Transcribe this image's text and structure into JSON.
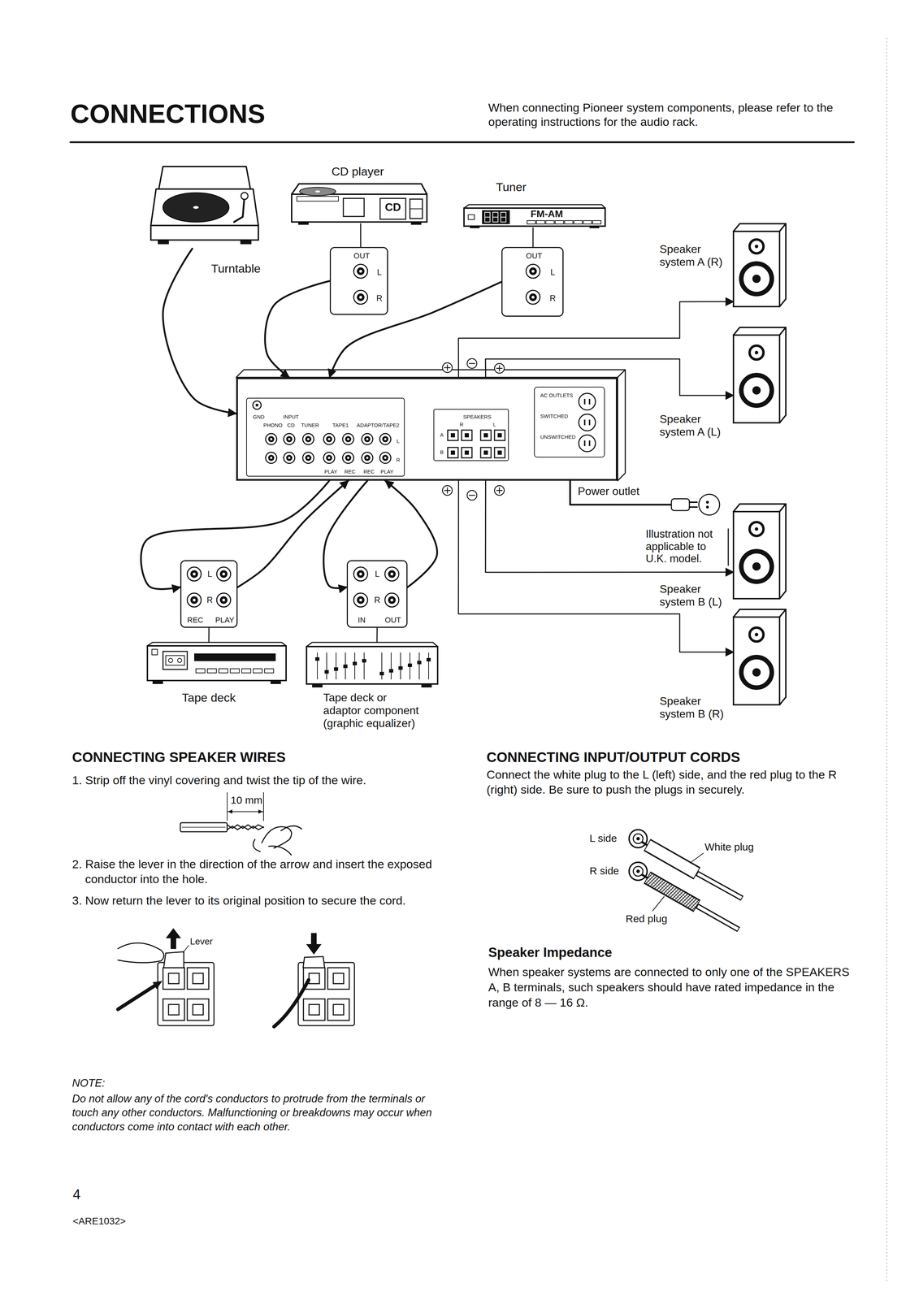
{
  "diagram": {
    "title": "CONNECTIONS",
    "nodes": [
      {
        "text": [
          "Turntable"
        ]
      },
      {
        "text": [
          "CD player",
          "CD"
        ]
      },
      {
        "text": [
          "OUT",
          "L",
          "R"
        ]
      },
      {
        "text": [
          "Tuner",
          "FM-AM"
        ]
      },
      {
        "text": [
          "OUT",
          "L",
          "R"
        ]
      },
      {
        "text": [
          "GND",
          "INPUT",
          "PHONO",
          "CD",
          "TUNER",
          "TAPE1",
          "ADAPTOR/TAPE2",
          "PLAY",
          "REC",
          "REC",
          "PLAY",
          "L",
          "R",
          "SPEAKERS",
          "R",
          "L",
          "A",
          "B",
          "AC OUTLETS",
          "SWITCHED",
          "UNSWITCHED"
        ]
      },
      {
        "text": [
          "Speaker system A (R)"
        ]
      },
      {
        "text": [
          "Speaker system A (L)"
        ]
      },
      {
        "text": [
          "Speaker system B (L)"
        ]
      },
      {
        "text": [
          "Speaker system B (R)"
        ]
      },
      {
        "text": [
          "L",
          "R",
          "REC",
          "PLAY"
        ]
      },
      {
        "text": [
          "Tape deck"
        ]
      },
      {
        "text": [
          "L",
          "R",
          "IN",
          "OUT"
        ]
      },
      {
        "text": [
          "Tape deck or adaptor component (graphic equalizer)"
        ]
      }
    ],
    "edges": [
      {
        "from": 0,
        "to": 5,
        "arrow": "to"
      },
      {
        "from": 1,
        "to": 2,
        "arrow": "none"
      },
      {
        "from": 2,
        "to": 5,
        "arrow": "to"
      },
      {
        "from": 3,
        "to": 4,
        "arrow": "none"
      },
      {
        "from": 4,
        "to": 5,
        "arrow": "to"
      },
      {
        "from": 5,
        "to": 6,
        "arrow": "to"
      },
      {
        "from": 5,
        "to": 7,
        "arrow": "to"
      },
      {
        "from": 5,
        "to": 8,
        "arrow": "to"
      },
      {
        "from": 5,
        "to": 9,
        "arrow": "to"
      },
      {
        "from": 5,
        "to": 10,
        "arrow": "to"
      },
      {
        "from": 10,
        "to": 5,
        "arrow": "to"
      },
      {
        "from": 10,
        "to": 11,
        "arrow": "none"
      },
      {
        "from": 5,
        "to": 12,
        "arrow": "to"
      },
      {
        "from": 12,
        "to": 5,
        "arrow": "to"
      },
      {
        "from": 12,
        "to": 13,
        "arrow": "none"
      }
    ],
    "labels": [
      "When connecting Pioneer system components, please refer to the operating instructions for the audio rack.",
      "Power outlet",
      "Illustration not applicable to U.K. model.",
      "CONNECTING SPEAKER WIRES",
      "1. Strip off the vinyl covering and twist the tip of the wire.",
      "10 mm",
      "2. Raise the lever in the direction of the arrow and insert the exposed conductor into the hole.",
      "3. Now return the lever to its original position to secure the cord.",
      "Lever",
      "NOTE:",
      "Do not allow any of the cord's conductors to protrude from the terminals or touch any other conductors. Malfunctioning or breakdowns may occur when conductors come into contact with each other.",
      "CONNECTING INPUT/OUTPUT CORDS",
      "Connect the white plug to the L (left) side, and the red plug to the R (right) side. Be sure to push the plugs in securely.",
      "L side",
      "R side",
      "White plug",
      "Red plug",
      "Speaker Impedance",
      "When speaker systems are connected to only one of the SPEAKERS A, B terminals, such speakers should have rated impedance in the range of 8 — 16 Ω.",
      "4",
      "<ARE1032>"
    ]
  }
}
